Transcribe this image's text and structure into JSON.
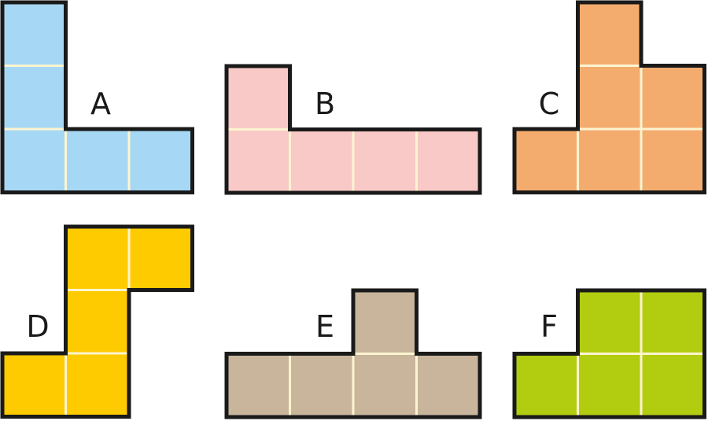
{
  "grid_line_color": "#fdf4d0",
  "outline_color": "#1a1a1a",
  "shapes": [
    {
      "label": "A",
      "color": "#a6d8f5",
      "cells": [
        [
          0,
          0
        ],
        [
          0,
          1
        ],
        [
          0,
          2
        ],
        [
          1,
          2
        ],
        [
          2,
          2
        ]
      ]
    },
    {
      "label": "B",
      "color": "#f8c9c6",
      "cells": [
        [
          0,
          0
        ],
        [
          0,
          1
        ],
        [
          1,
          1
        ],
        [
          2,
          1
        ],
        [
          3,
          1
        ]
      ]
    },
    {
      "label": "C",
      "color": "#f4ac6e",
      "cells": [
        [
          1,
          0
        ],
        [
          1,
          1
        ],
        [
          2,
          1
        ],
        [
          0,
          2
        ],
        [
          1,
          2
        ],
        [
          2,
          2
        ]
      ]
    },
    {
      "label": "D",
      "color": "#fecb00",
      "cells": [
        [
          1,
          0
        ],
        [
          2,
          0
        ],
        [
          1,
          1
        ],
        [
          0,
          2
        ],
        [
          1,
          2
        ]
      ]
    },
    {
      "label": "E",
      "color": "#c8b59c",
      "cells": [
        [
          2,
          0
        ],
        [
          0,
          1
        ],
        [
          1,
          1
        ],
        [
          2,
          1
        ],
        [
          3,
          1
        ]
      ]
    },
    {
      "label": "F",
      "color": "#b2cd10",
      "cells": [
        [
          1,
          0
        ],
        [
          2,
          0
        ],
        [
          0,
          1
        ],
        [
          1,
          1
        ],
        [
          2,
          1
        ]
      ]
    }
  ]
}
